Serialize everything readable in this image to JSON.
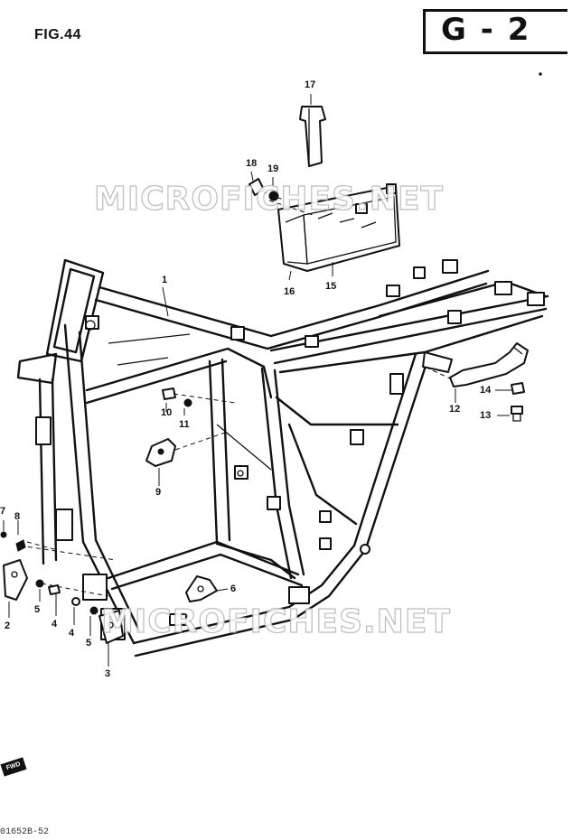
{
  "figure": {
    "label": "FIG.44",
    "section": "G - 2"
  },
  "watermark": "MICROFICHES.NET",
  "footer_code": "01652B-52",
  "fwd_badge": "FWD",
  "callouts": [
    "1",
    "2",
    "3",
    "4",
    "4",
    "5",
    "5",
    "6",
    "7",
    "8",
    "9",
    "10",
    "11",
    "12",
    "13",
    "14",
    "15",
    "16",
    "17",
    "18",
    "19"
  ]
}
